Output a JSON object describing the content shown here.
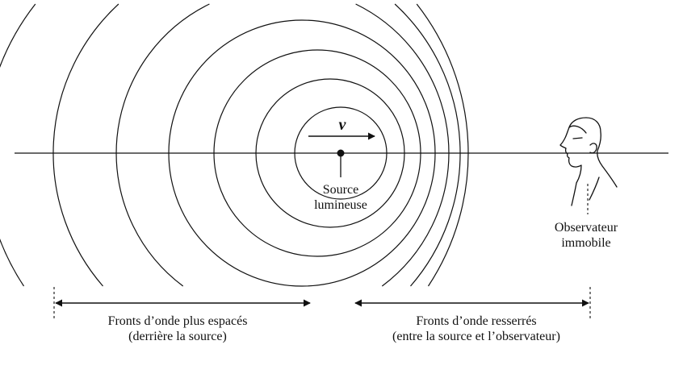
{
  "velocity_label": "v",
  "source_label": [
    "Source",
    "lumineuse"
  ],
  "observer_label": [
    "Observateur",
    "immobile"
  ],
  "left_caption": [
    "Fronts d’onde plus espacés",
    "(derrière la source)"
  ],
  "right_caption": [
    "Fronts d’onde resserrés",
    "(entre la source et l’observateur)"
  ],
  "colors": {
    "ink": "#111111",
    "background": "#ffffff"
  }
}
